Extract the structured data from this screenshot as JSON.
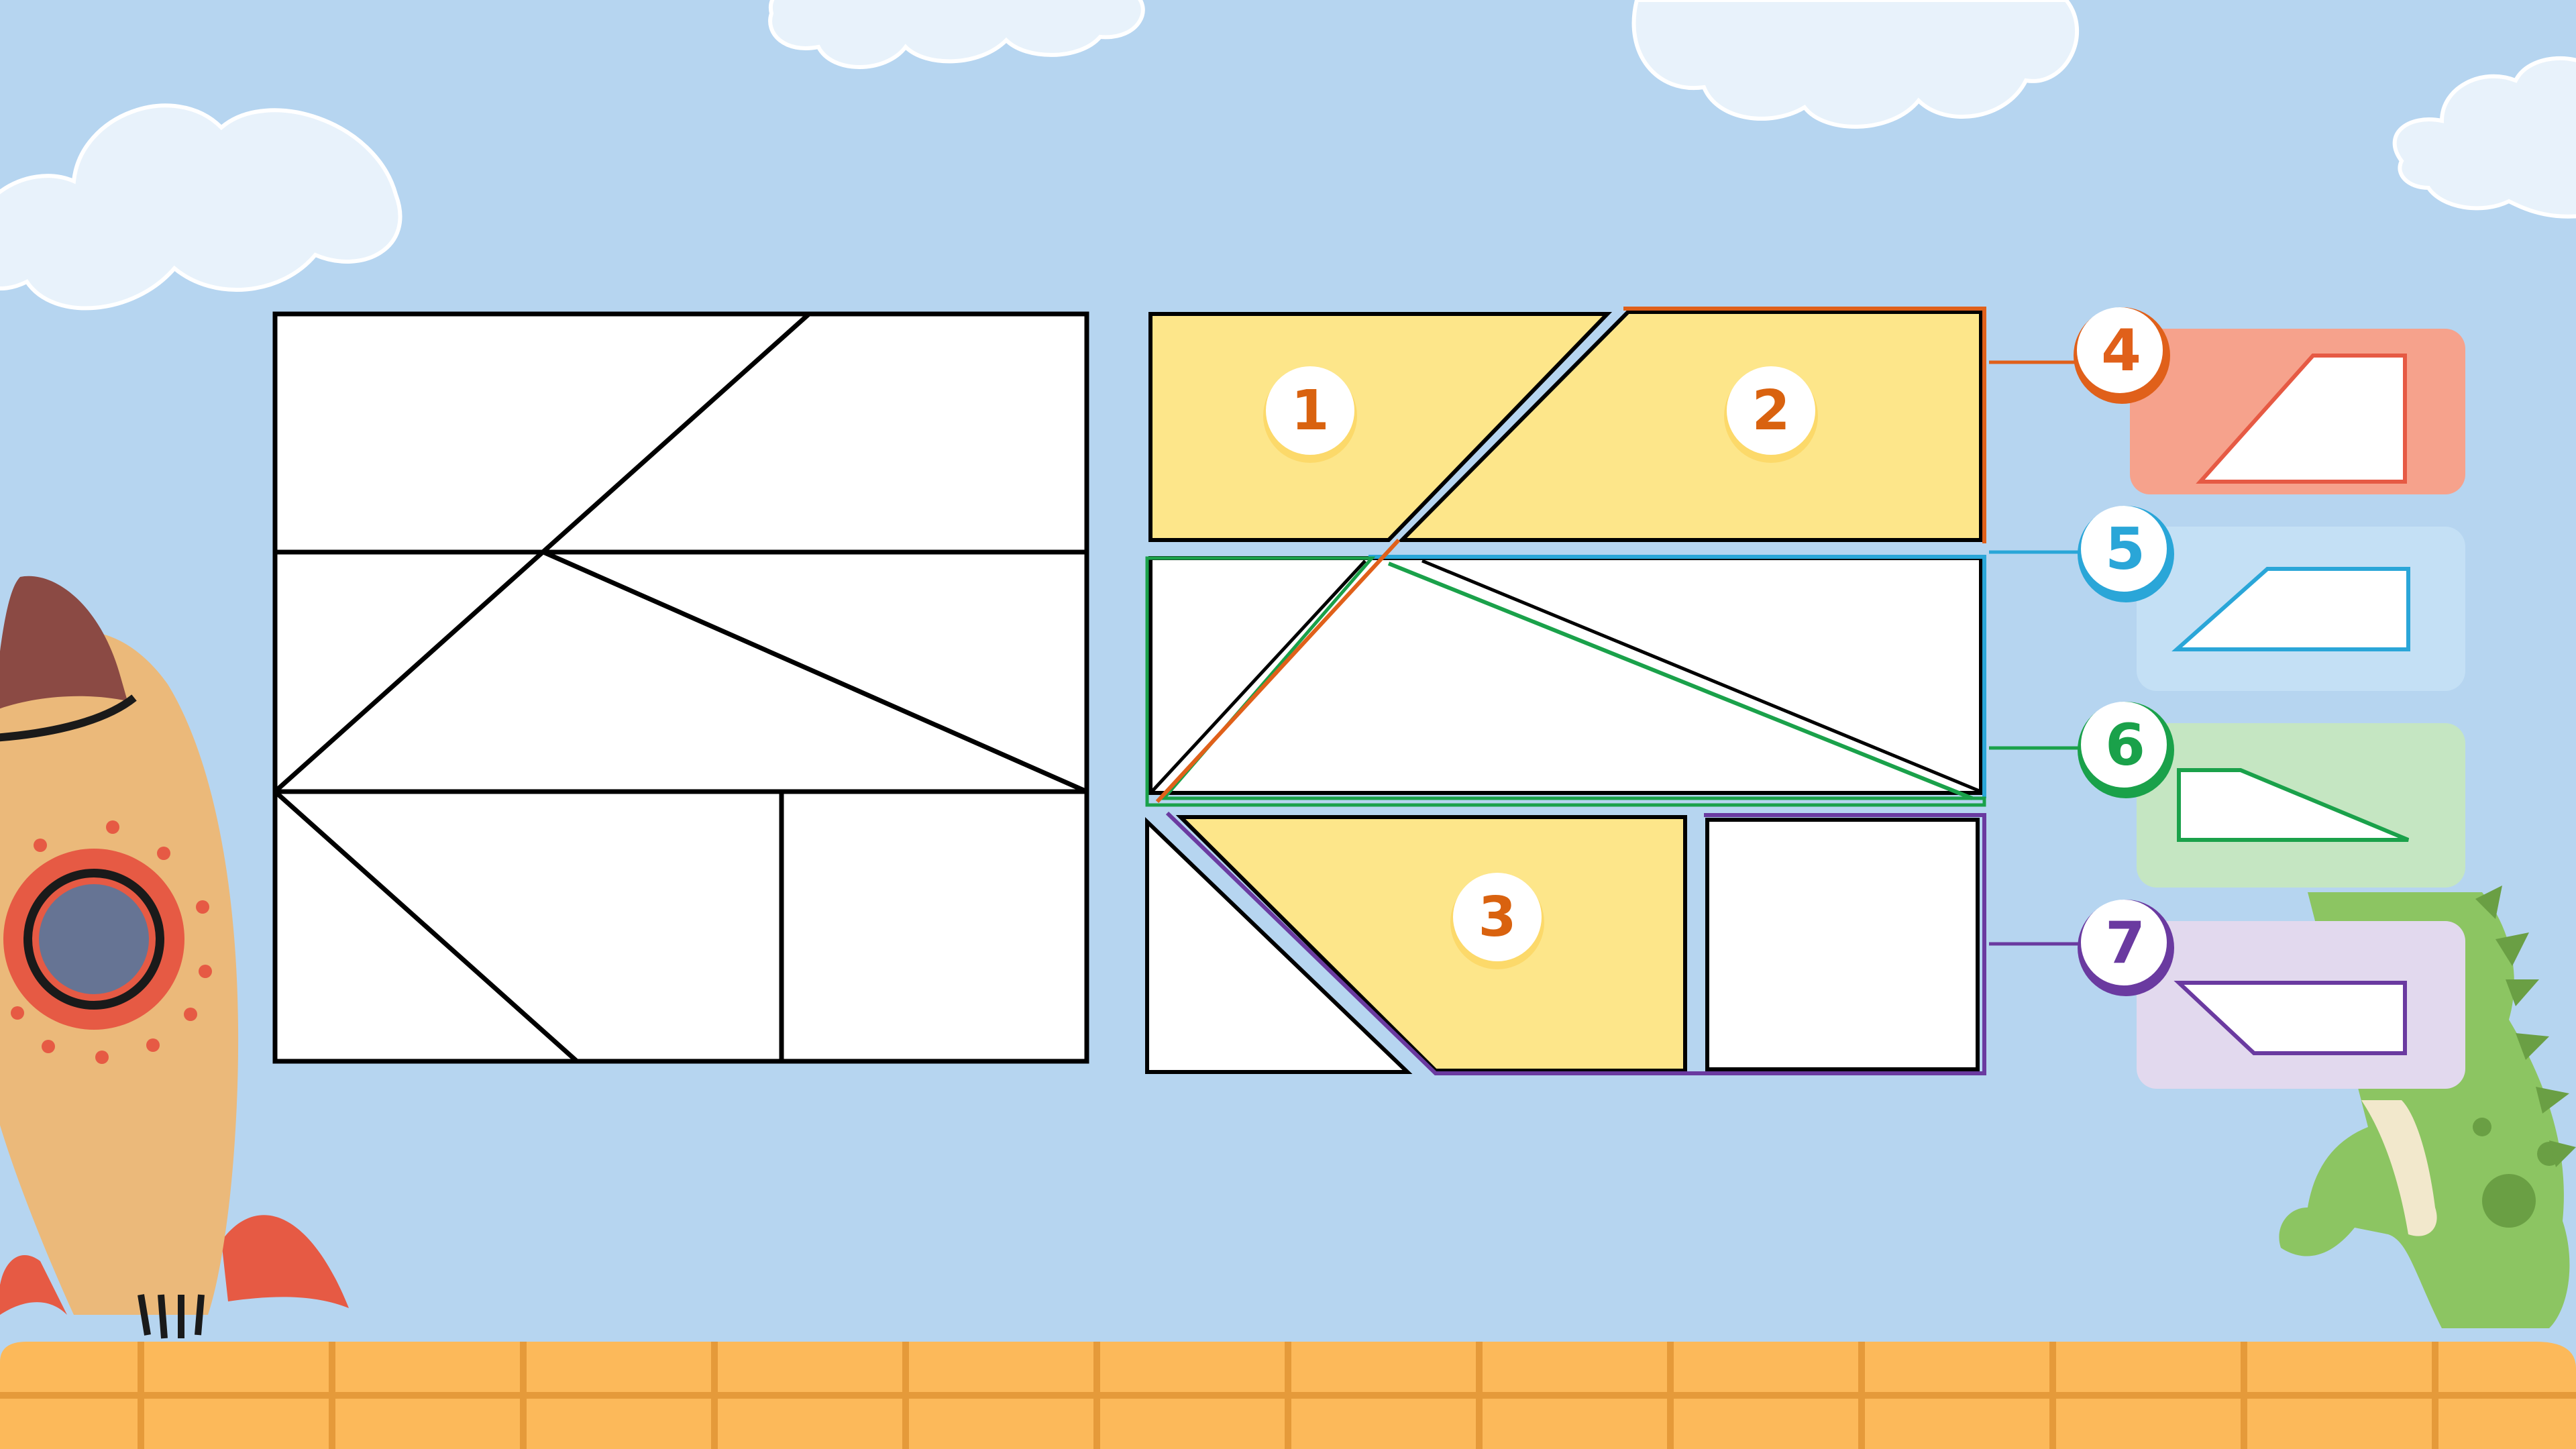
{
  "piece_badges": [
    {
      "id": "1",
      "label": "1",
      "color": "#d9620f"
    },
    {
      "id": "2",
      "label": "2",
      "color": "#d9620f"
    },
    {
      "id": "3",
      "label": "3",
      "color": "#d9620f"
    }
  ],
  "shape_badges": [
    {
      "id": "4",
      "label": "4",
      "color": "#e0601a",
      "card_color": "#f6a28c",
      "shape": "trapezoid-right-slant"
    },
    {
      "id": "5",
      "label": "5",
      "color": "#2aa6d8",
      "card_color": "#c4e0f5",
      "shape": "trapezoid-left-slant"
    },
    {
      "id": "6",
      "label": "6",
      "color": "#1aa14a",
      "card_color": "#c5e6c2",
      "shape": "trapezoid-right-wedge"
    },
    {
      "id": "7",
      "label": "7",
      "color": "#6a3aa0",
      "card_color": "#e2d9ee",
      "shape": "trapezoid-inverted"
    }
  ],
  "colors": {
    "sky": "#b6d5f0",
    "fill_yellow": "#fde68a",
    "ground": "#fcb95a",
    "ground_lines": "#e59a3a",
    "rocket_body": "#ebb97a",
    "rocket_accent": "#e65a44",
    "dino": "#8cc562"
  },
  "icons": [
    "rocket-icon",
    "dinosaur-icon",
    "cloud-icon"
  ]
}
